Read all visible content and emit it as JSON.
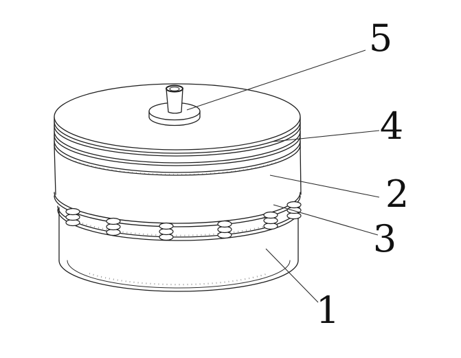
{
  "figure": {
    "background": "#ffffff",
    "line_color": "#1f1f1f",
    "callouts": [
      {
        "id": "callout-5",
        "label": "5"
      },
      {
        "id": "callout-4",
        "label": "4"
      },
      {
        "id": "callout-2",
        "label": "2"
      },
      {
        "id": "callout-3",
        "label": "3"
      },
      {
        "id": "callout-1",
        "label": "1"
      }
    ]
  }
}
